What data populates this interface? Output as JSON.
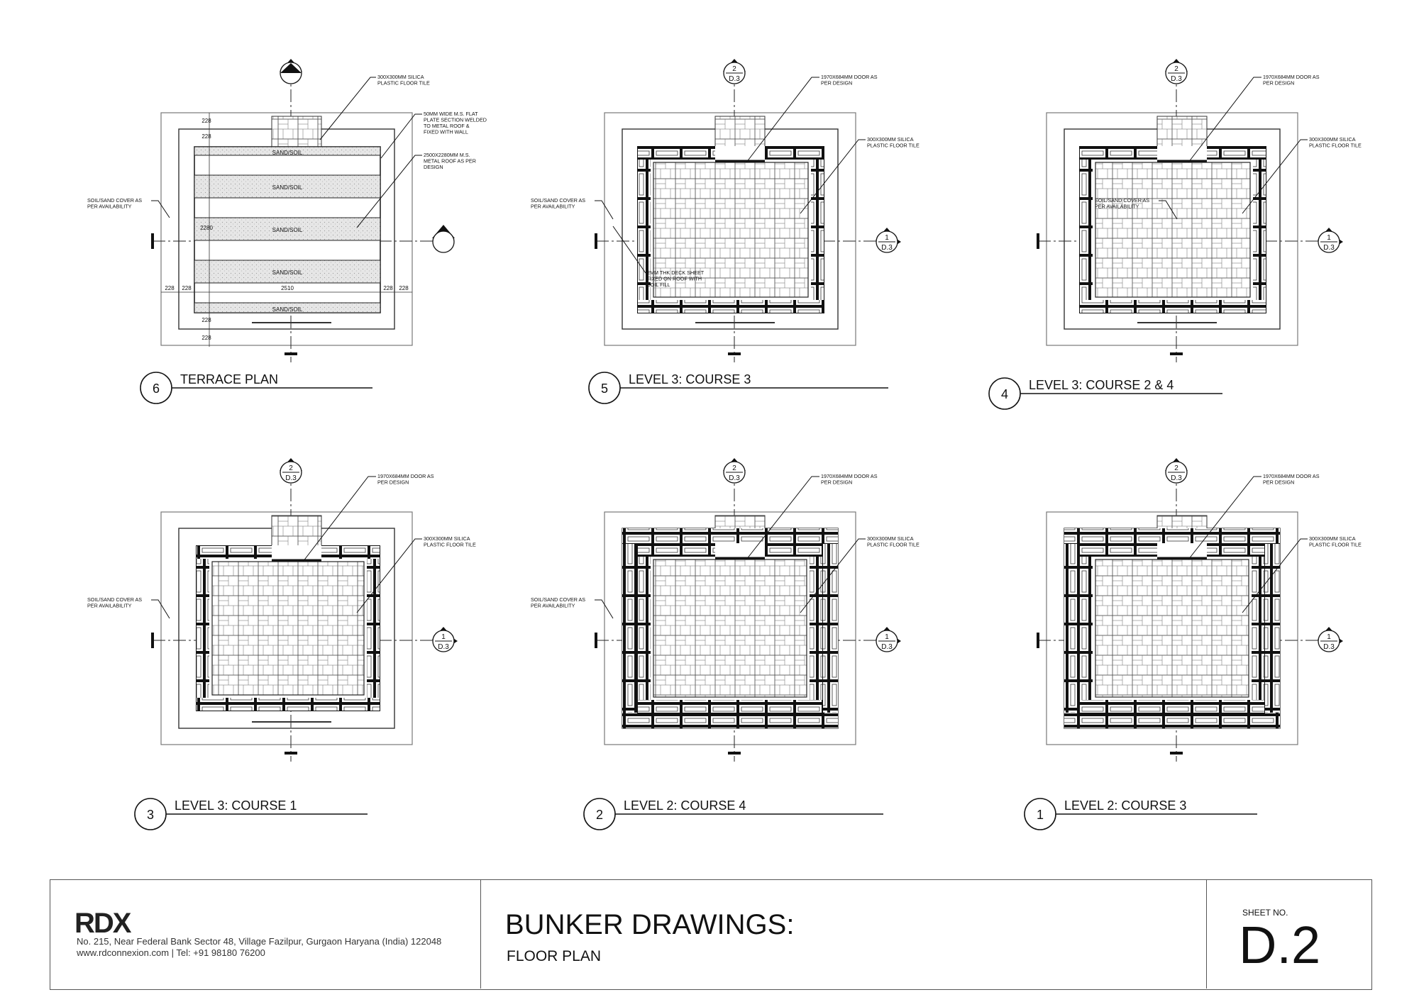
{
  "drawings": [
    {
      "id": "6",
      "number": "6",
      "title": "TERRACE PLAN",
      "kind": "terrace"
    },
    {
      "id": "5",
      "number": "5",
      "title": "LEVEL 3: COURSE 3",
      "kind": "inner"
    },
    {
      "id": "4",
      "number": "4",
      "title": "LEVEL 3: COURSE 2 & 4",
      "kind": "inner"
    },
    {
      "id": "3",
      "number": "3",
      "title": "LEVEL 3: COURSE 1",
      "kind": "inner"
    },
    {
      "id": "2",
      "number": "2",
      "title": "LEVEL 2: COURSE 4",
      "kind": "outer"
    },
    {
      "id": "1",
      "number": "1",
      "title": "LEVEL 2: COURSE 3",
      "kind": "outer"
    }
  ],
  "notes": {
    "tile": [
      "300X300MM SILICA",
      "PLASTIC FLOOR TILE"
    ],
    "flat": [
      "50MM WIDE M.S. FLAT",
      "PLATE SECTION WELDED",
      "TO METAL ROOF &",
      "FIXED WITH WALL"
    ],
    "roof": [
      "2500X2280MM M.S.",
      "METAL ROOF AS PER",
      "DESIGN"
    ],
    "soil": [
      "SOIL/SAND COVER AS",
      "PER AVAILABILITY"
    ],
    "door": [
      "1970X684MM DOOR AS",
      "PER DESIGN"
    ],
    "deck": [
      "2MM THK DECK SHEET",
      "FIXED ON ROOF WITH",
      "SOIL FILL"
    ]
  },
  "terrace": {
    "band_label": "SAND/SOIL",
    "dims": {
      "d228": "228",
      "d2280": "2280",
      "d2510": "2510"
    }
  },
  "refs": {
    "sheet": "D.3",
    "top": "2",
    "side": "1"
  },
  "title_block": {
    "logo_text": "RDX",
    "address": "No. 215, Near Federal Bank Sector 48, Village Fazilpur, Gurgaon Haryana (India) 122048",
    "contact": "www.rdconnexion.com | Tel: +91 98180 76200",
    "title": "BUNKER DRAWINGS:",
    "subtitle": "FLOOR PLAN",
    "sheet_label": "SHEET NO.",
    "sheet_no": "D.2"
  }
}
